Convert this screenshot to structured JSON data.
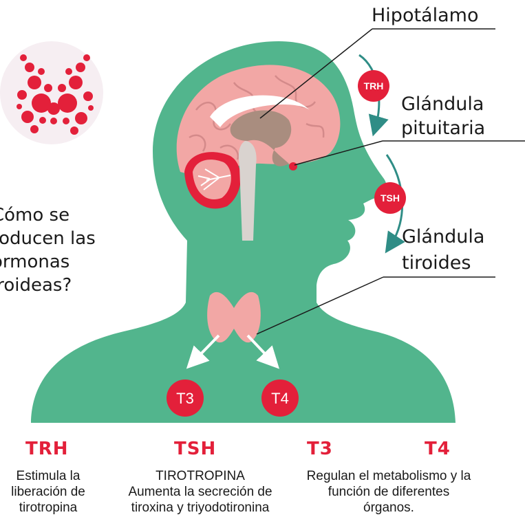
{
  "labels": {
    "hipotalamo": "Hipotálamo",
    "pituitaria_1": "Glándula",
    "pituitaria_2": "pituitaria",
    "tiroides_1": "Glándula",
    "tiroides_2": "tiroides"
  },
  "question": [
    "Cómo se",
    "roducen las",
    "ormonas",
    "iroideas?"
  ],
  "badges": {
    "trh": "TRH",
    "tsh": "TSH",
    "t3": "T3",
    "t4": "T4"
  },
  "legend": [
    {
      "abbr": "TRH",
      "lines": [
        "Estimula la",
        "liberación de",
        "tirotropina"
      ]
    },
    {
      "abbr": "TSH",
      "lines": [
        "TIROTROPINA",
        "Aumenta la secreción de",
        "tiroxina y triyodotironina"
      ]
    },
    {
      "abbr": "T3",
      "lines": [
        "Regulan el metabolismo y la",
        "función de diferentes",
        "órganos."
      ]
    },
    {
      "abbr": "T4",
      "lines": []
    }
  ],
  "colors": {
    "body_green": "#52b58d",
    "brain_pink": "#f2a7a5",
    "accent_red": "#e3203a",
    "arrow_teal": "#2f8d86"
  }
}
